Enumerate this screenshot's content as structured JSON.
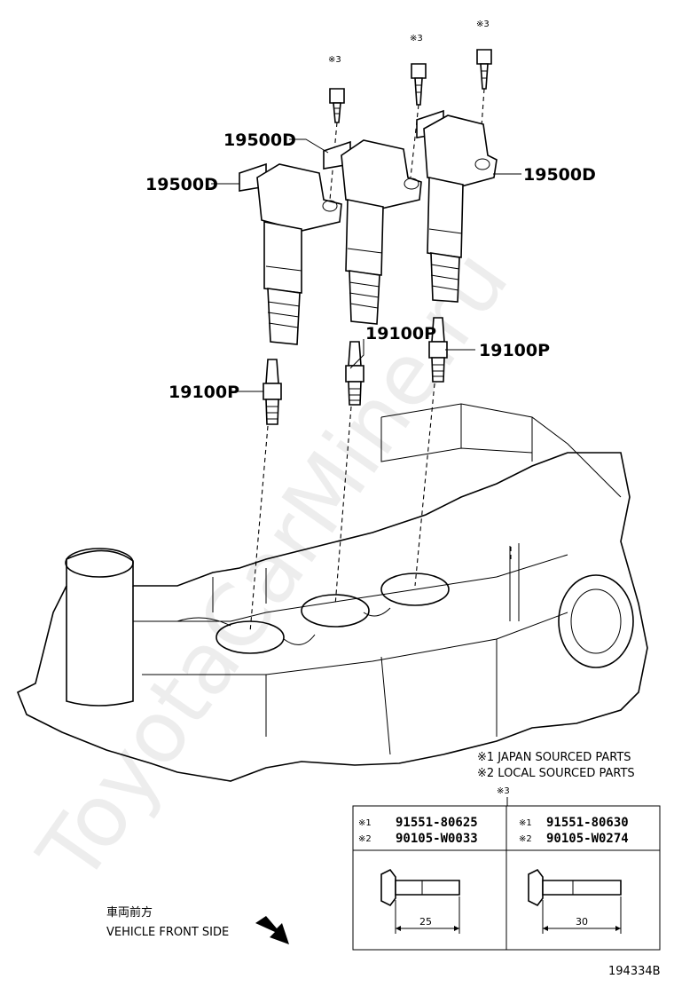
{
  "callouts": {
    "coil_top": "19500D",
    "coil_left": "19500D",
    "coil_right": "19500D",
    "plug_left": "19100P",
    "plug_mid": "19100P",
    "plug_right": "19100P"
  },
  "bolt_markers": [
    "※3",
    "※3",
    "※3"
  ],
  "legend": {
    "line1": "※1 JAPAN SOURCED PARTS",
    "line2": "※2 LOCAL SOURCED PARTS",
    "table_marker": "※3"
  },
  "bolt_table": {
    "left": {
      "m1": "※1",
      "pn1": "91551-80625",
      "m2": "※2",
      "pn2": "90105-W0033",
      "length": "25"
    },
    "right": {
      "m1": "※1",
      "pn1": "91551-80630",
      "m2": "※2",
      "pn2": "90105-W0274",
      "length": "30"
    }
  },
  "front": {
    "jp": "車両前方",
    "en": "VEHICLE FRONT SIDE"
  },
  "figure_id": "194334B",
  "watermark": "ToyotaCarMine.ru"
}
